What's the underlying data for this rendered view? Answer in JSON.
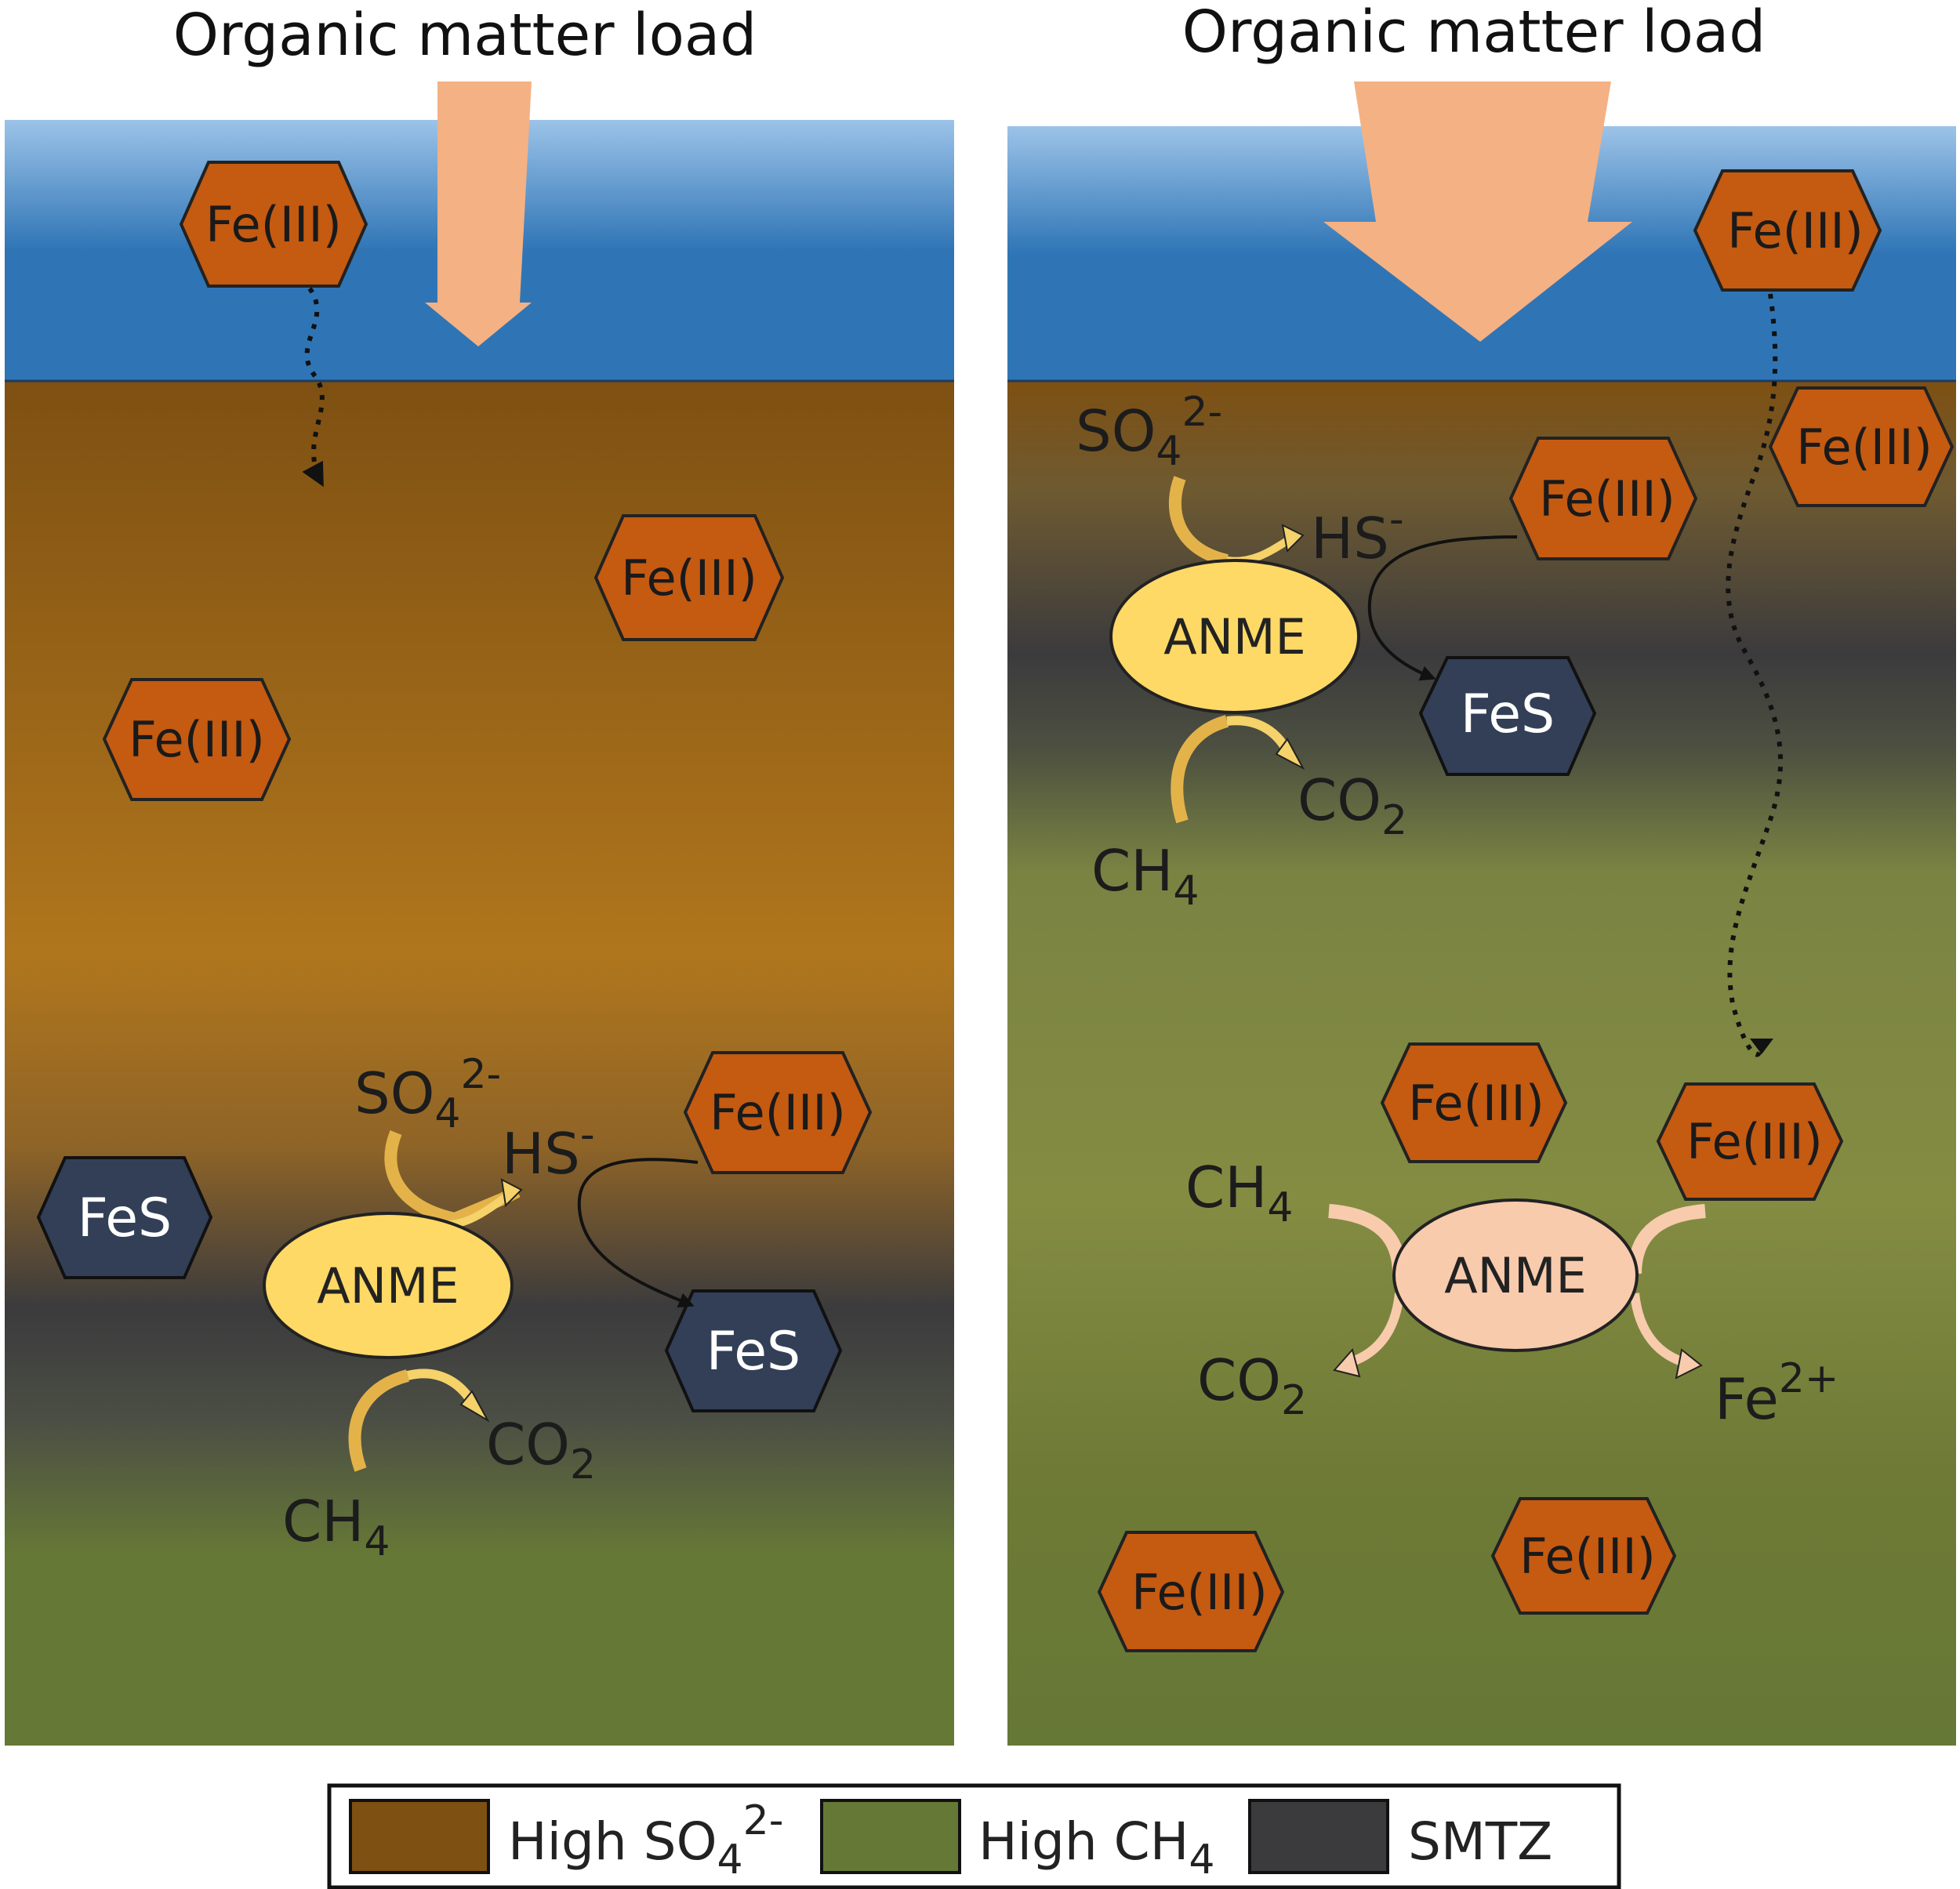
{
  "titles": {
    "left": "Organic matter load",
    "right": "Organic matter load"
  },
  "labels": {
    "fe3": "Fe(III)",
    "fes": "FeS",
    "anme": "ANME",
    "so4": "SO",
    "so4_sub": "4",
    "so4_sup": "2-",
    "hs": "HS",
    "hs_sup": "-",
    "co2": "CO",
    "co2_sub": "2",
    "ch4": "CH",
    "ch4_sub": "4",
    "fe2": "Fe",
    "fe2_sup": "2+"
  },
  "legend": {
    "high_so4": "High SO",
    "high_so4_sub": "4",
    "high_so4_sup": "2-",
    "high_ch4": "High CH",
    "high_ch4_sub": "4",
    "smtz": "SMTZ"
  },
  "colors": {
    "water_top": "#9cc3e8",
    "water_bottom": "#2f75b6",
    "sulfate_zone": "#7e5012",
    "sulfate_zone_light": "#b0761d",
    "smtz": "#3b3b3d",
    "methane_zone": "#667836",
    "methane_zone_light": "#848c42",
    "fe3_fill": "#c55a11",
    "fes_fill": "#323f57",
    "anme_sulfate": "#ffd966",
    "anme_iron": "#f8cbad",
    "om_arrow": "#f4b183"
  }
}
